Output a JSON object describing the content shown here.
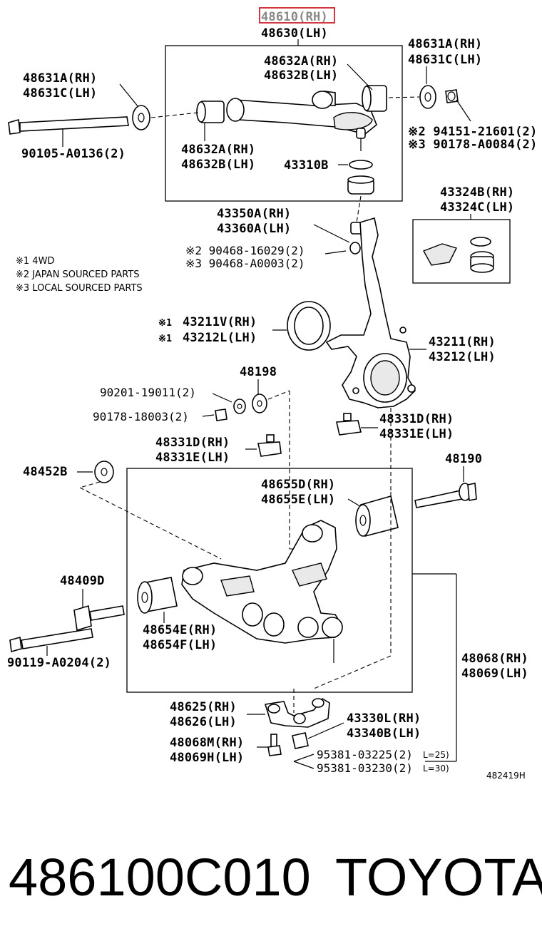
{
  "labels": {
    "title_rh": "48610(RH)",
    "title_lh": "48630(LH)",
    "ua_bush_rh": "48632A(RH)",
    "ua_bush_lh": "48632B(LH)",
    "ua_bush2_rh": "48632A(RH)",
    "ua_bush2_lh": "48632B(LH)",
    "washer_l_rh": "48631A(RH)",
    "washer_l_lh": "48631C(LH)",
    "washer_r_rh": "48631A(RH)",
    "washer_r_lh": "48631C(LH)",
    "nut_top_2": "※2 94151-21601(2)",
    "nut_top_3": "※3 90178-A0084(2)",
    "bolt_top": "90105-A0136(2)",
    "ball_joint_upper": "43310B",
    "boot_kit_rh": "43324B(RH)",
    "boot_kit_lh": "43324C(LH)",
    "knuckle_arm_rh": "43350A(RH)",
    "knuckle_arm_lh": "43360A(LH)",
    "pin_2": "※2 90468-16029(2)",
    "pin_3": "※3 90468-A0003(2)",
    "dust_cover_rh": "43211V(RH)",
    "dust_cover_lh": "43212L(LH)",
    "dust_cover_mark1": "※1",
    "dust_cover_mark2": "※1",
    "knuckle_rh": "43211(RH)",
    "knuckle_lh": "43212(LH)",
    "stopper": "48198",
    "bolt_90201": "90201-19011(2)",
    "nut_90178": "90178-18003(2)",
    "bumper_upper_rh": "48331D(RH)",
    "bumper_upper_lh": "48331E(LH)",
    "bumper_knuckle_rh": "48331D(RH)",
    "bumper_knuckle_lh": "48331E(LH)",
    "cam_plate": "48452B",
    "cam_bolt": "48190",
    "la_bush_rh": "48655D(RH)",
    "la_bush_lh": "48655E(LH)",
    "la_bush2_rh": "48654E(RH)",
    "la_bush2_lh": "48654F(LH)",
    "cam_48409": "48409D",
    "bolt_bottom": "90119-A0204(2)",
    "lower_arm_rh": "48068(RH)",
    "lower_arm_lh": "48069(LH)",
    "bracket_rh": "48625(RH)",
    "bracket_lh": "48626(LH)",
    "bolt_48068m": "48068M(RH)",
    "bolt_48069h": "48069H(LH)",
    "ball_joint_lower_rh": "43330L(RH)",
    "ball_joint_lower_lh": "43340B(LH)",
    "cotter_1": "95381-03225(2)",
    "cotter_1_len": "L=25)",
    "cotter_2": "95381-03230(2)",
    "cotter_2_len": "L=30)",
    "diagram_code": "482419H"
  },
  "legend": [
    "※1 4WD",
    "※2 JAPAN SOURCED PARTS",
    "※3 LOCAL SOURCED PARTS"
  ],
  "footer": {
    "part_number": "486100C010",
    "brand": "TOYOTA"
  },
  "highlight_color": "#d0202a"
}
